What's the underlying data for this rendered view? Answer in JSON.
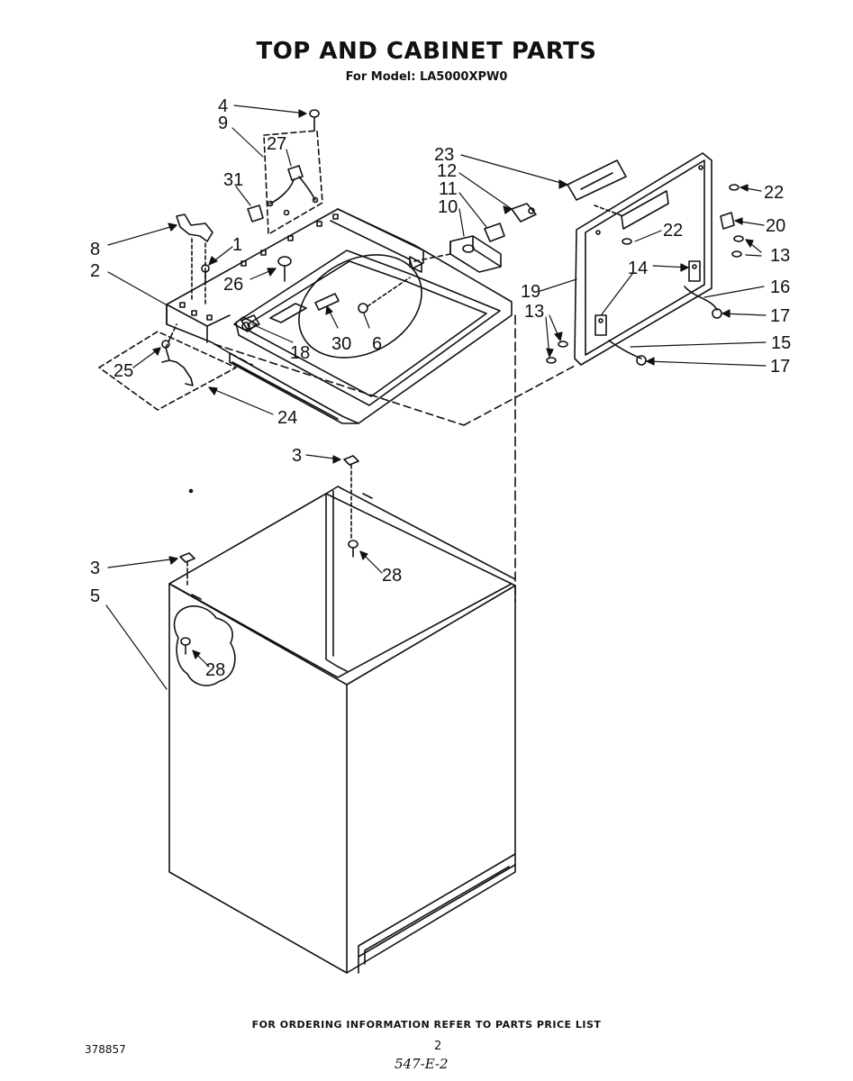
{
  "header": {
    "title": "TOP AND CABINET PARTS",
    "subtitle": "For Model: LA5000XPW0"
  },
  "callouts": [
    "1",
    "2",
    "3",
    "3",
    "4",
    "5",
    "6",
    "8",
    "9",
    "10",
    "11",
    "12",
    "13",
    "13",
    "14",
    "15",
    "16",
    "17",
    "17",
    "18",
    "19",
    "20",
    "22",
    "22",
    "23",
    "24",
    "25",
    "26",
    "27",
    "28",
    "28",
    "30",
    "31"
  ],
  "footer": {
    "ordering_note": "FOR ORDERING INFORMATION REFER TO PARTS PRICE LIST",
    "doc_number": "378857",
    "page_number": "2",
    "handwritten_ref": "547-E-2"
  }
}
